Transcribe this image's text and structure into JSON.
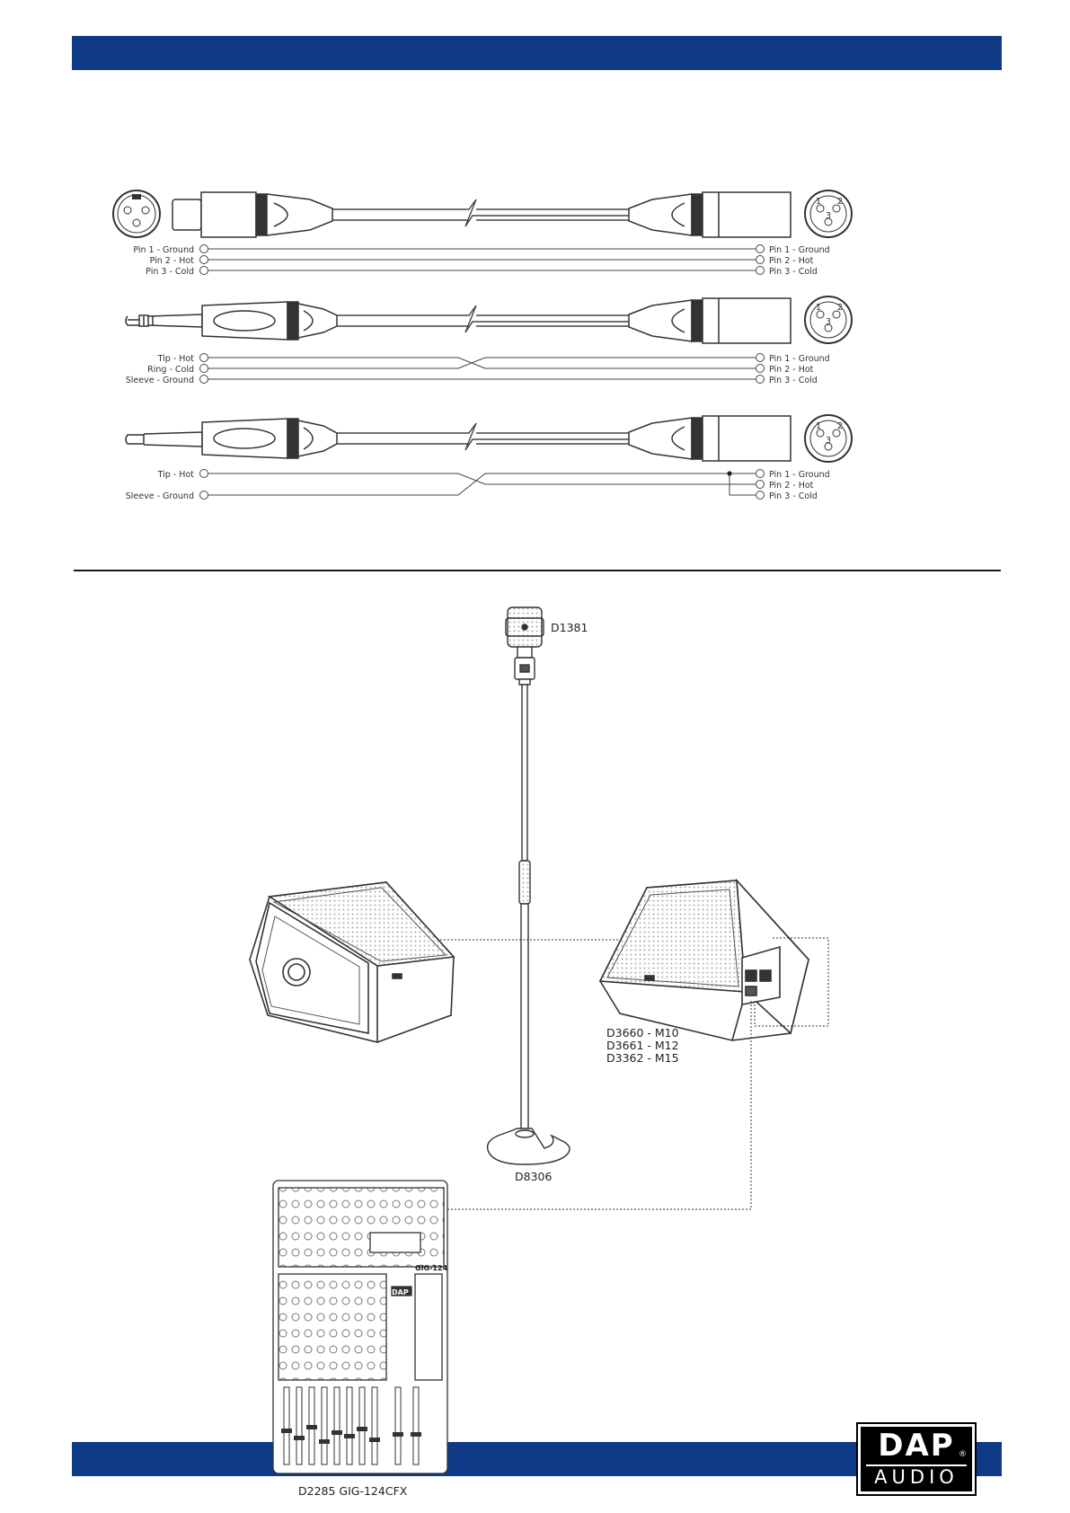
{
  "cables": [
    {
      "left_labels": [
        "Pin 1 - Ground",
        "Pin 2 - Hot",
        "Pin 3 - Cold"
      ],
      "right_labels": [
        "Pin 1 - Ground",
        "Pin 2 - Hot",
        "Pin 3 - Cold"
      ]
    },
    {
      "left_labels": [
        "Tip - Hot",
        "Ring - Cold",
        "Sleeve - Ground"
      ],
      "right_labels": [
        "Pin 1 - Ground",
        "Pin 2 - Hot",
        "Pin 3 - Cold"
      ]
    },
    {
      "left_labels": [
        "Tip - Hot",
        "Sleeve - Ground"
      ],
      "right_labels": [
        "Pin 1 - Ground",
        "Pin 2 - Hot",
        "Pin 3 - Cold"
      ]
    }
  ],
  "xlr_pin_numbers": [
    "1",
    "2",
    "3"
  ],
  "setup": {
    "microphone": "D1381",
    "stand": "D8306",
    "monitor_models": [
      "D3660 - M10",
      "D3661 - M12",
      "D3362 - M15"
    ],
    "mixer": "D2285 GIG-124CFX",
    "mixer_brand": "DAP",
    "mixer_model": "GIG-124"
  },
  "logo": {
    "brand": "DAP",
    "sub": "AUDIO",
    "reg": "®"
  },
  "colors": {
    "header_bar": "#0f3a85",
    "line": "#444444"
  }
}
